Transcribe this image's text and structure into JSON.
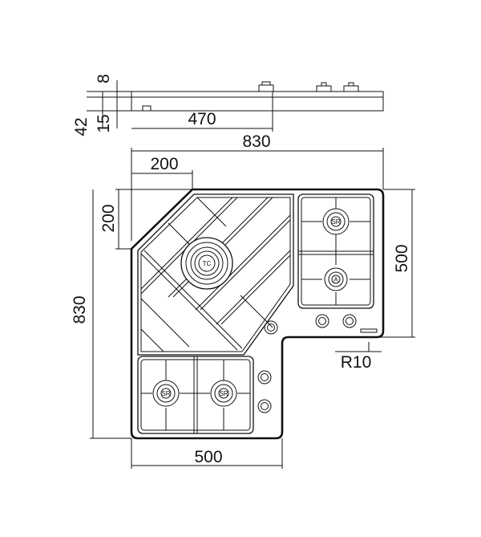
{
  "dimensions": {
    "thickness_top": "8",
    "thickness_total": "42",
    "thickness_base": "15",
    "depth_side": "470",
    "overall_width": "830",
    "bevel_width": "200",
    "bevel_height": "200",
    "overall_height": "830",
    "right_wing_height": "500",
    "bottom_wing_width": "500",
    "corner_radius": "R10"
  },
  "burners": {
    "triple_crown": "TC",
    "semi_rapid_right_top": "SR",
    "auxiliary_right": "A",
    "semi_rapid_bottom_left": "SR",
    "semi_rapid_bottom_right": "SR"
  }
}
